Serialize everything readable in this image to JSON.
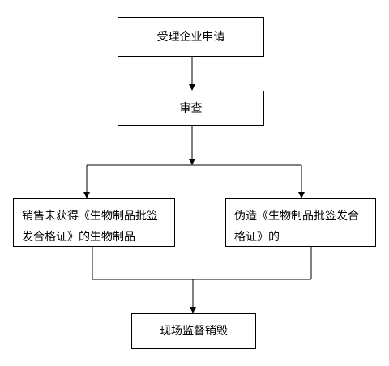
{
  "flowchart": {
    "step1": "受理企业申请",
    "step2": "审查",
    "branch_left_line1": "销售未获得《生物制品批签",
    "branch_left_line2": "发合格证》的生物制品",
    "branch_right_line1": "伪造《生物制品批签发合",
    "branch_right_line2": "格证》的",
    "step_final": "现场监督销毁"
  },
  "colors": {
    "line": "#000000",
    "box_border": "#000000",
    "background": "#ffffff"
  }
}
